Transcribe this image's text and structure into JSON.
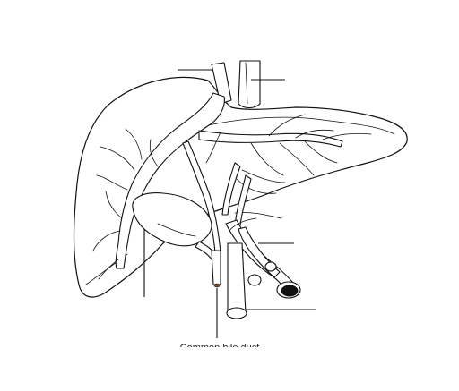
{
  "diagram": {
    "caption": "Common bile duct",
    "structures": [
      "liver-outline",
      "inferior-vena-cava",
      "hepatic-vein",
      "portal-vein",
      "hepatic-artery",
      "gallbladder",
      "common-bile-duct"
    ],
    "label_lines": 6,
    "colors": {
      "stroke": "#111111",
      "background": "#ffffff",
      "lumen": "#111111",
      "duct_tip": "#8a4b2a"
    }
  }
}
